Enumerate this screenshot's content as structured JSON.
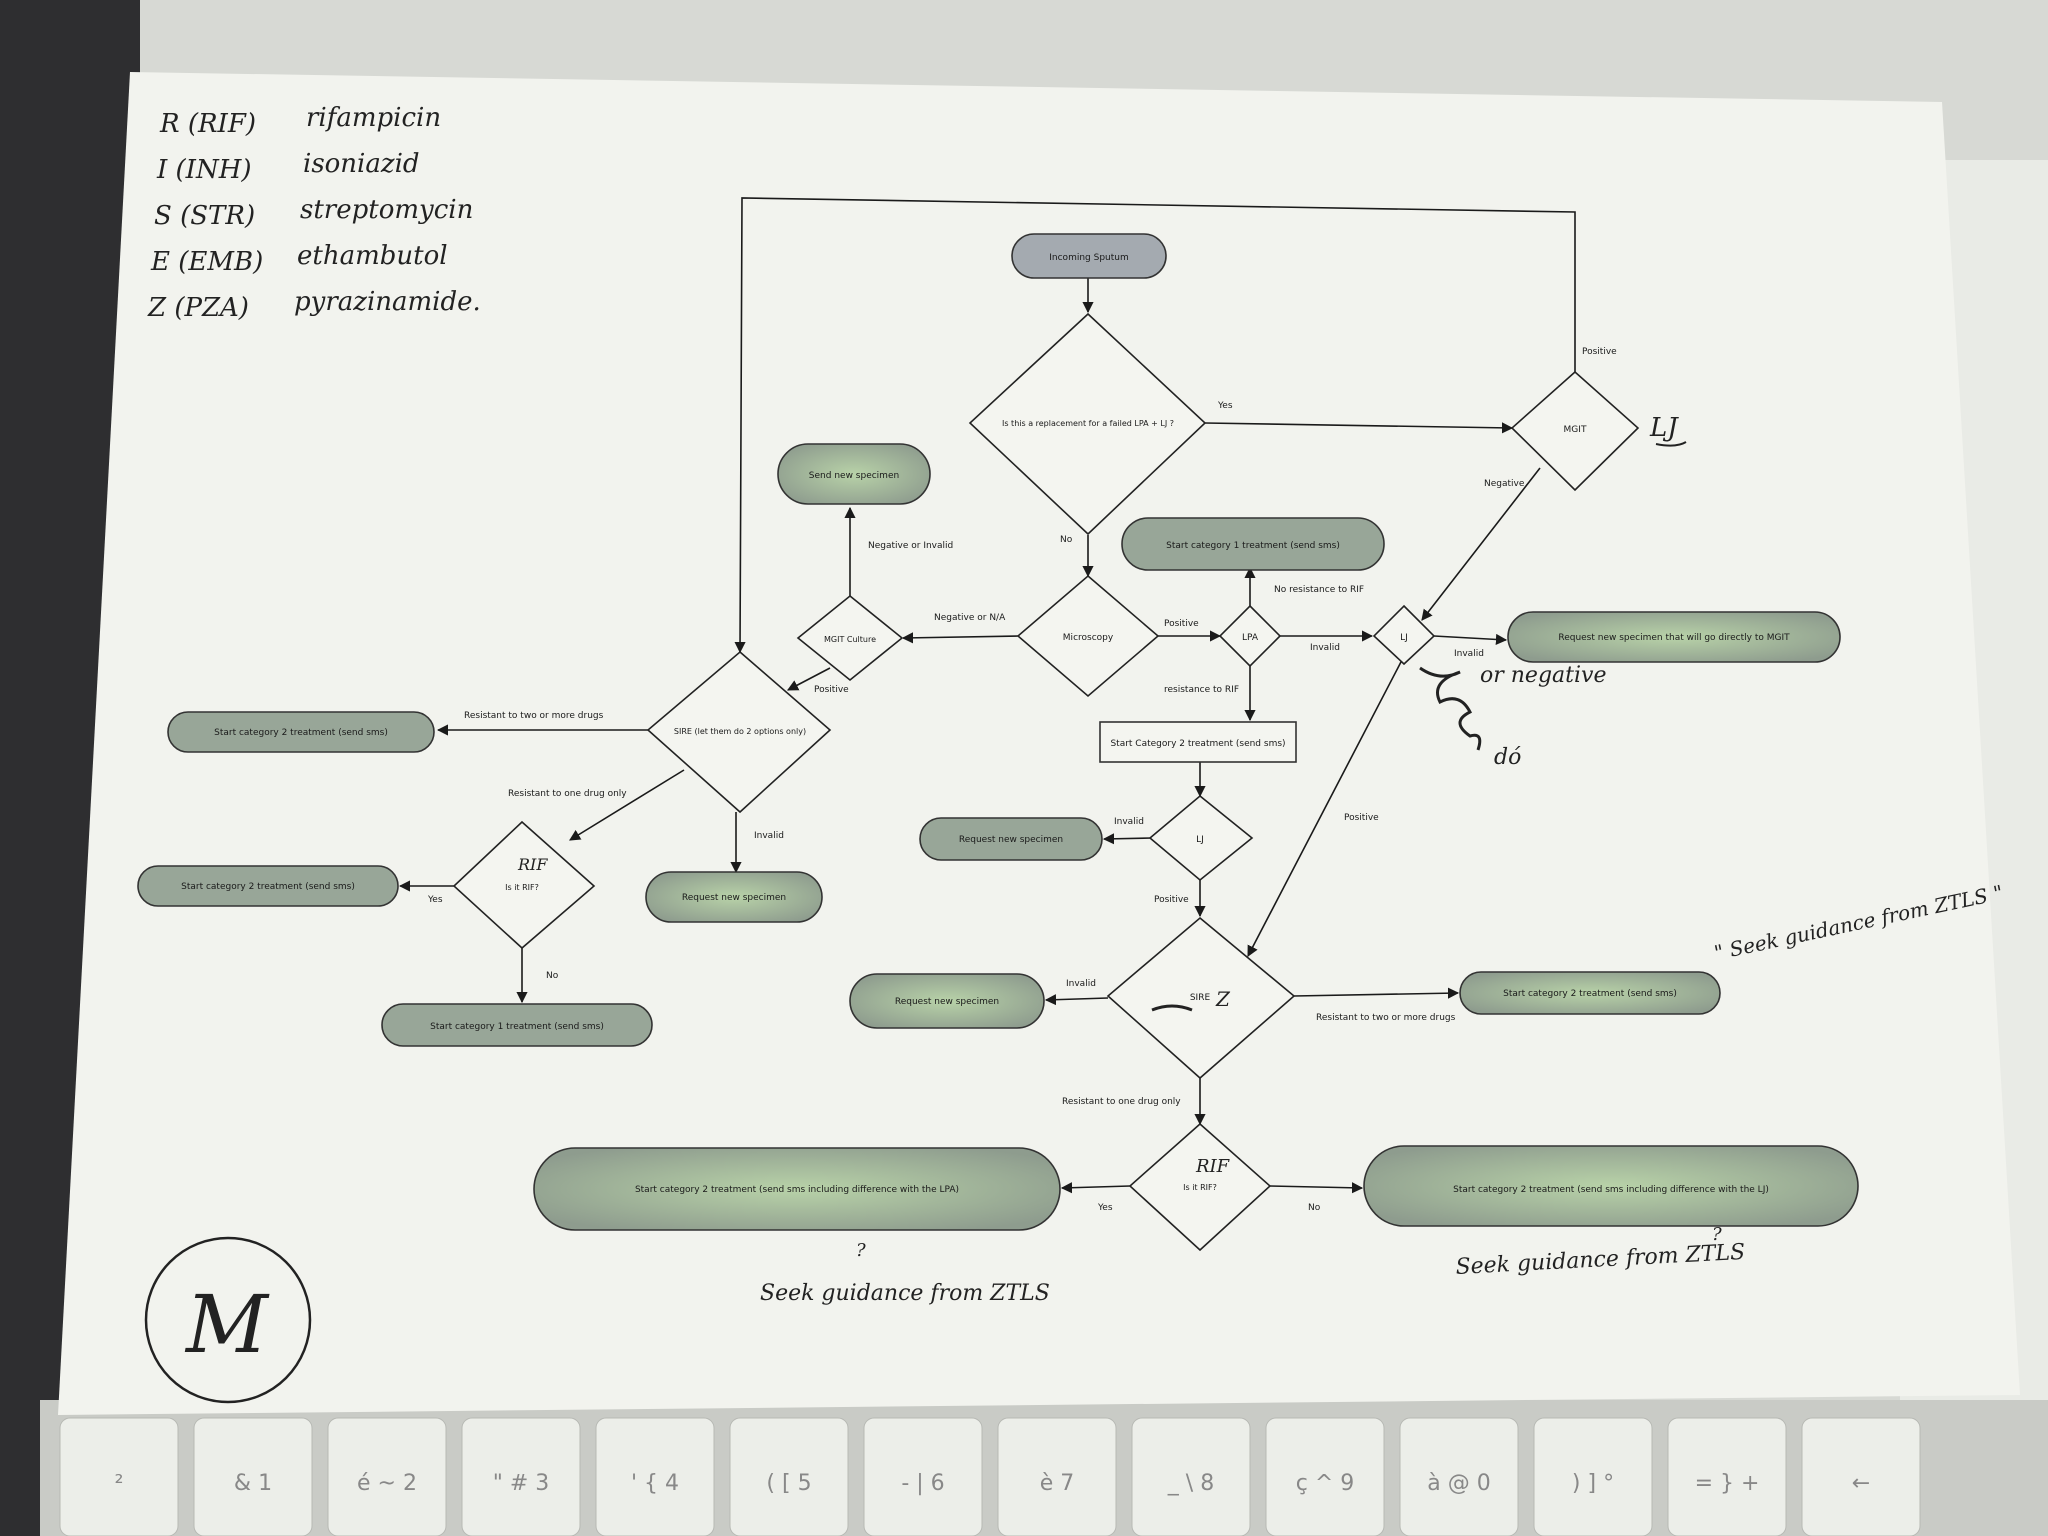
{
  "legend": [
    {
      "code": "R (RIF)",
      "name": "rifampicin"
    },
    {
      "code": "I (INH)",
      "name": "isoniazid"
    },
    {
      "code": "S (STR)",
      "name": "streptomycin"
    },
    {
      "code": "E (EMB)",
      "name": "ethambutol"
    },
    {
      "code": "Z (PZA)",
      "name": "pyrazinamide."
    }
  ],
  "nodes": {
    "incoming": "Incoming Sputum",
    "replacement_q": "Is this a replacement for a failed LPA + LJ ?",
    "mgit": "MGIT",
    "send_new": "Send new specimen",
    "cat1_top": "Start category 1 treatment (send sms)",
    "microscopy": "Microscopy",
    "mgit_culture": "MGIT Culture",
    "lpa": "LPA",
    "lj_right": "LJ",
    "request_mgit": "Request new specimen that will go directly to MGIT",
    "sire_left": "SIRE (let them do 2 options only)",
    "cat2_left": "Start category 2 treatment (send sms)",
    "rif_left": "Is it RIF?",
    "cat2_left_low": "Start category 2 treatment (send sms)",
    "request_left": "Request new specimen",
    "cat1_left": "Start category 1 treatment (send sms)",
    "cat2_box": "Start Category 2 treatment (send sms)",
    "lj_mid": "LJ",
    "request_mid": "Request new specimen",
    "sire_mid": "SIRE",
    "request_sire": "Request new specimen",
    "cat2_right": "Start category 2 treatment (send sms)",
    "rif_bottom": "Is it RIF?",
    "cat2_bottom_left": "Start category 2 treatment (send sms including difference with the LPA)",
    "cat2_bottom_right": "Start category 2 treatment (send sms including difference with the LJ)"
  },
  "edge_labels": {
    "yes_top": "Yes",
    "positive_top": "Positive",
    "negative_mgit": "Negative",
    "no_replacement": "No",
    "neg_invalid": "Negative or Invalid",
    "neg_na": "Negative or N/A",
    "positive_micro": "Positive",
    "no_res_rif": "No resistance to RIF",
    "invalid_lpa": "Invalid",
    "invalid_lj": "Invalid",
    "positive_culture": "Positive",
    "res_rif": "resistance to RIF",
    "res_two_left": "Resistant to two or more drugs",
    "res_one_left": "Resistant to one drug only",
    "invalid_sire_left": "Invalid",
    "yes_rif_left": "Yes",
    "no_rif_left": "No",
    "invalid_lj_mid": "Invalid",
    "positive_lj_mid": "Positive",
    "positive_lj_right": "Positive",
    "invalid_sire_mid": "Invalid",
    "res_two_mid": "Resistant to two or more drugs",
    "res_one_mid": "Resistant to one drug only",
    "yes_rif_bottom": "Yes",
    "no_rif_bottom": "No"
  },
  "handwritten": {
    "lj_note": "LJ",
    "or_negative": "or negative",
    "do": "dó",
    "z_mark": "Z",
    "rif_mark_left": "RIF",
    "rif_mark_bottom": "RIF",
    "seek_right_top": "\" Seek guidance from ZTLS \"",
    "seek_bottom_left": "Seek guidance from ZTLS",
    "seek_bottom_right": "Seek guidance from ZTLS",
    "q_mark_left": "?",
    "q_mark_right": "?",
    "signature": "M"
  },
  "keyboard": {
    "keys": [
      "²",
      "& 1",
      "é ~ 2",
      "\" # 3",
      "' { 4",
      "( [ 5",
      "- | 6",
      "è 7",
      "_ \\ 8",
      "ç ^ 9",
      "à @ 0",
      ") ] °",
      "= } +",
      "←"
    ]
  },
  "colors": {
    "paper": "#f2f3ee",
    "terminal_fill": "#9aa89a",
    "terminal_stroke": "#333333",
    "laptop": "#d9dbd6"
  }
}
